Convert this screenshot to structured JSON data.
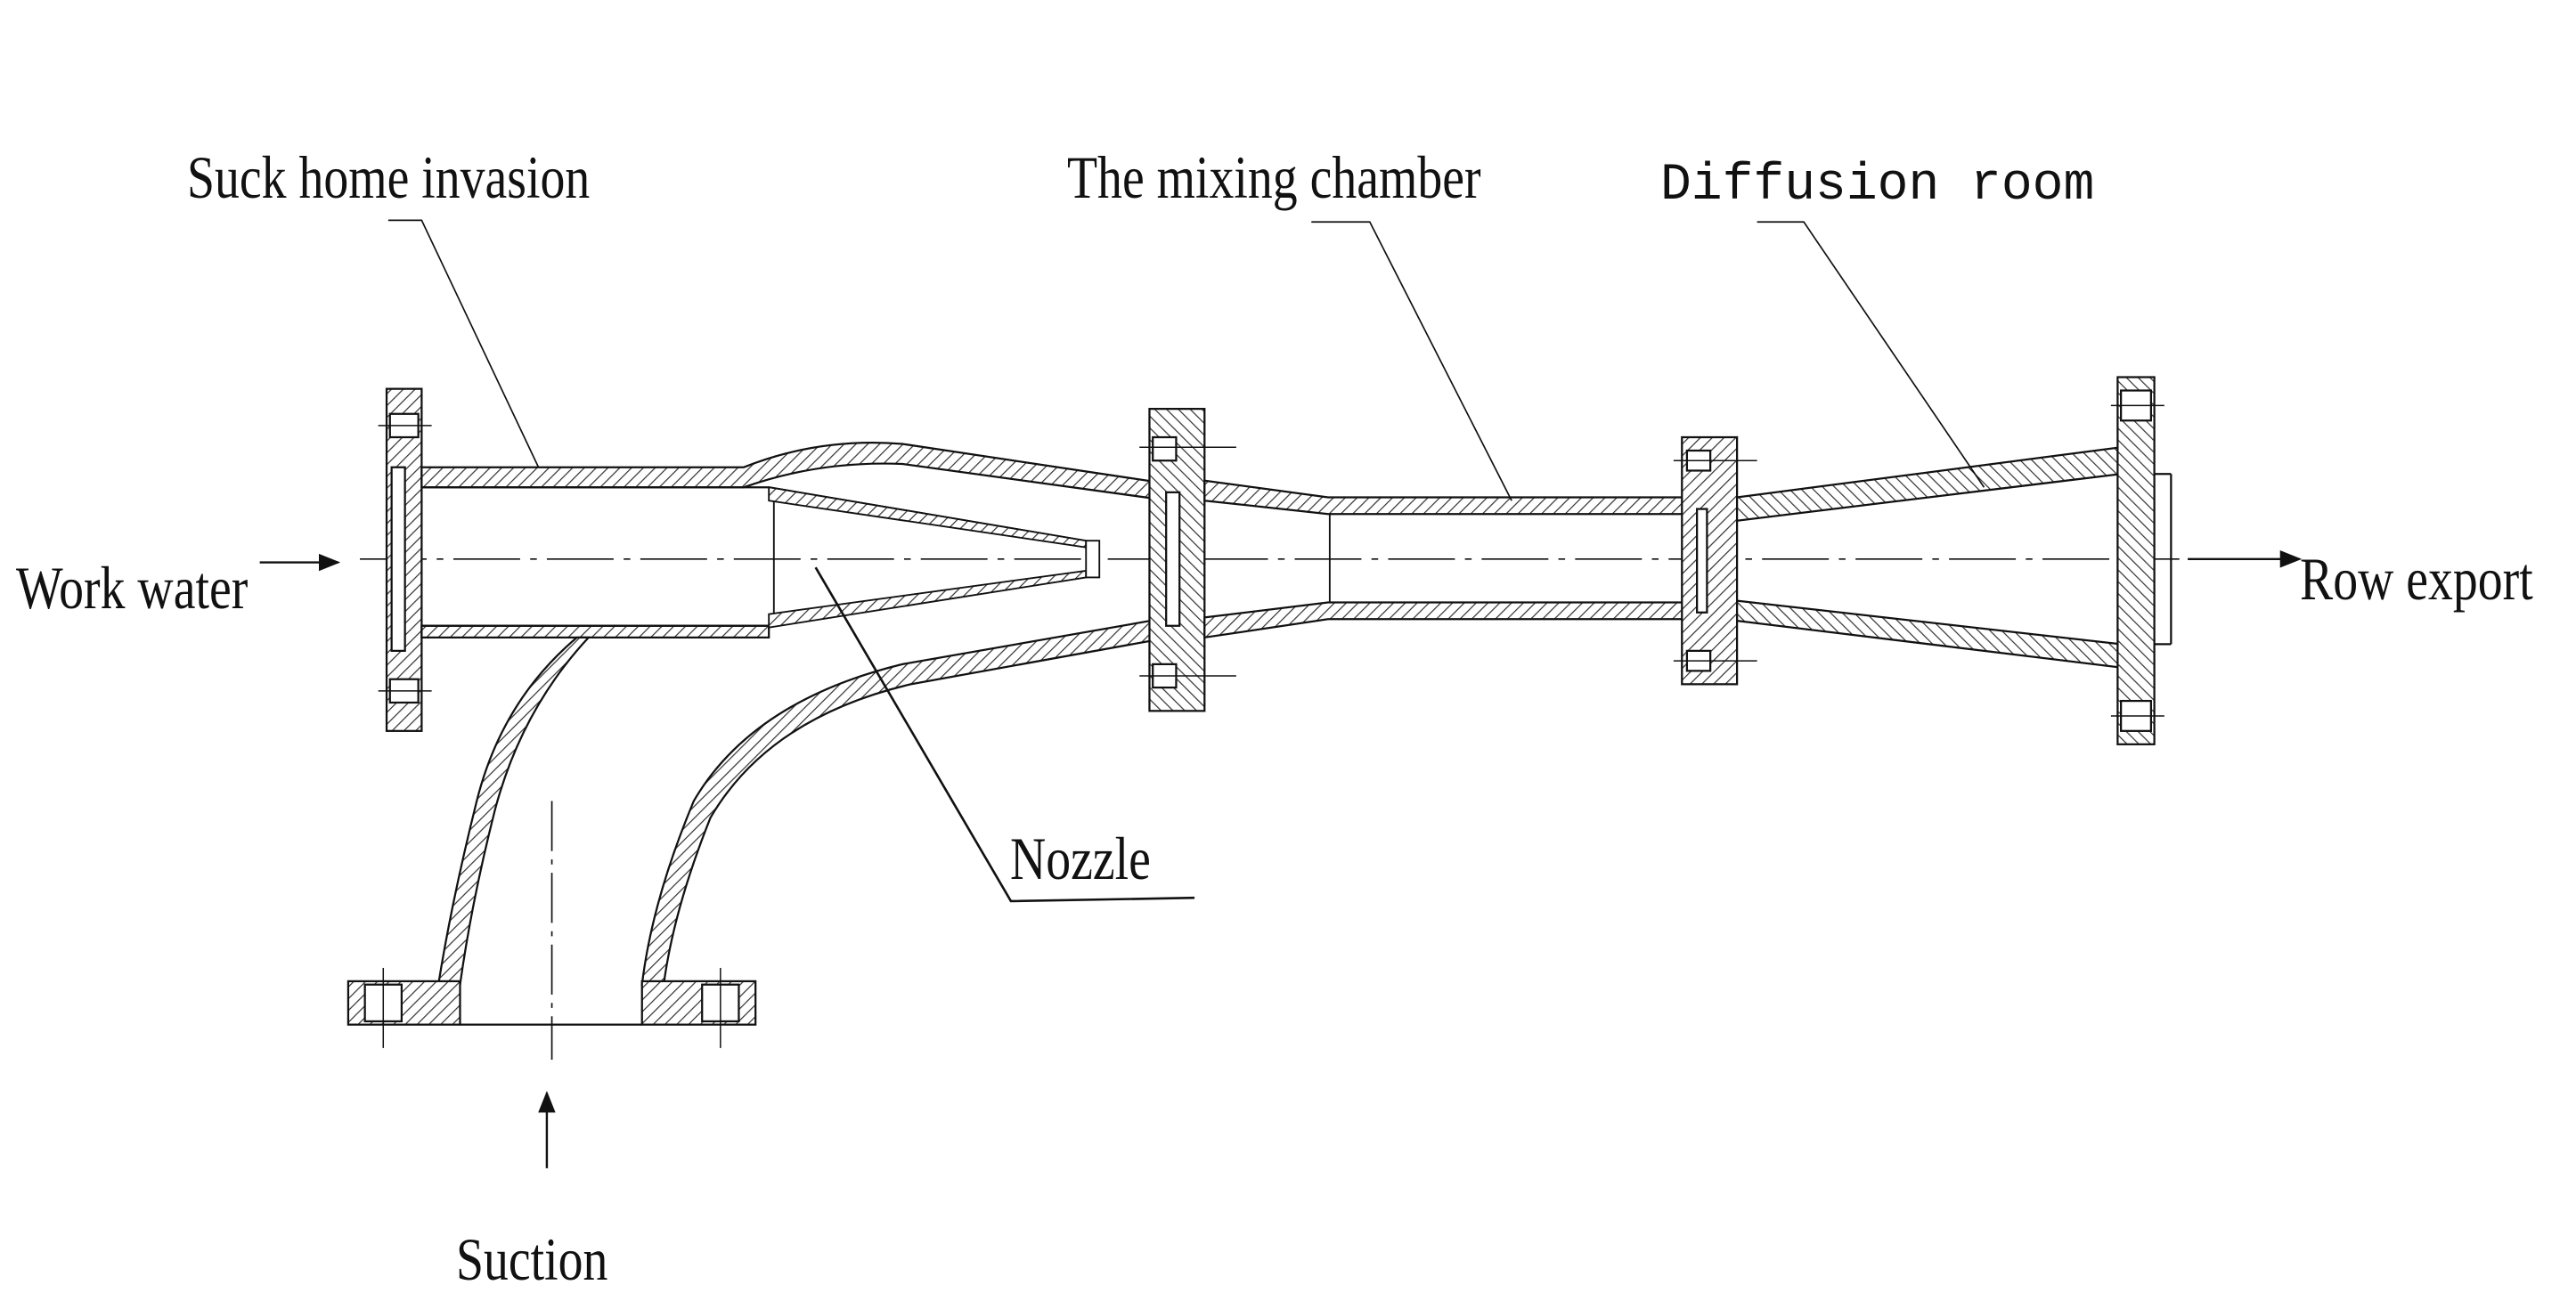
{
  "labels": {
    "suction_chamber": "Suck home invasion",
    "mixing_chamber": "The mixing chamber",
    "diffusion": "Diffusion room",
    "inlet": "Work water",
    "outlet": "Row export",
    "nozzle": "Nozzle",
    "suction": "Suction"
  },
  "colors": {
    "line": "#1a1a1a",
    "hatch": "#333333",
    "background": "#ffffff"
  }
}
